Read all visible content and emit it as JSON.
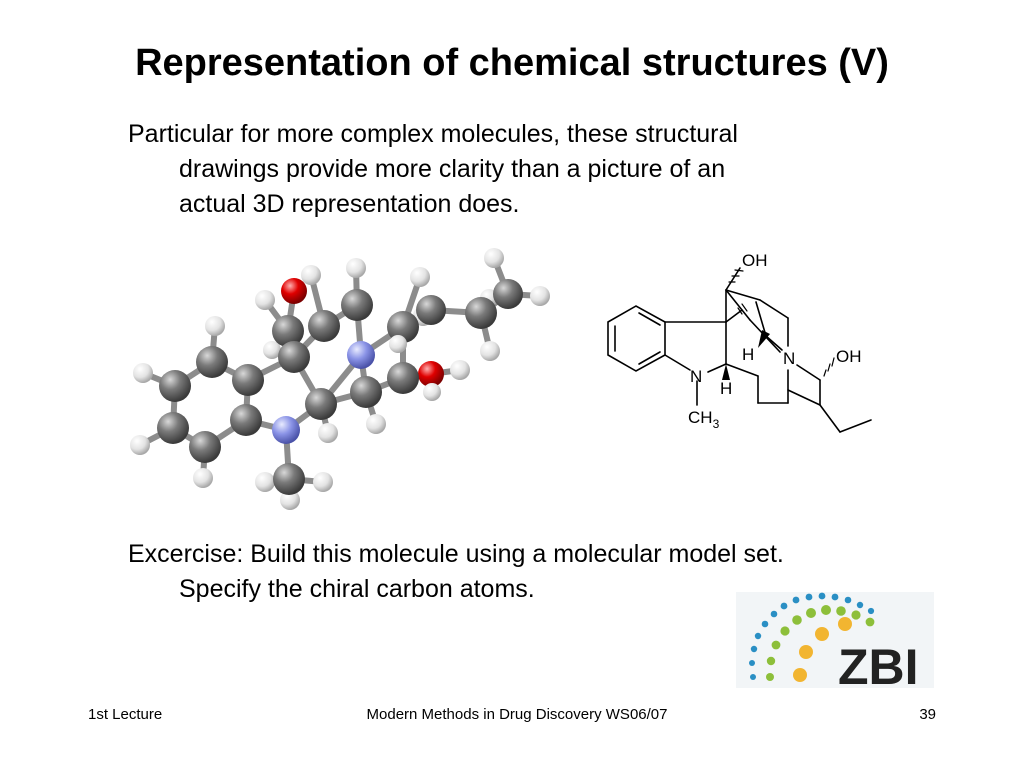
{
  "slide": {
    "title": "Representation of chemical structures (V)",
    "paragraph1": {
      "line1": "Particular for more complex molecules, these structural",
      "line2": "drawings provide more clarity than a picture of an",
      "line3": "actual 3D representation does."
    },
    "paragraph2": {
      "line1": "Excercise: Build this molecule using a molecular model set.",
      "line2": "Specify the chiral carbon atoms."
    }
  },
  "structure_labels": {
    "oh_top": "OH",
    "oh_right": "OH",
    "n_bridge": "N",
    "n_indoline": "N",
    "h_upper": "H",
    "h_lower": "H",
    "ch": "CH",
    "ch_sub": "3"
  },
  "logo": {
    "text": "ZBI"
  },
  "footer": {
    "left": "1st Lecture",
    "center": "Modern Methods in Drug Discovery WS06/07",
    "right": "39"
  },
  "colors": {
    "carbon": "#6e6e6e",
    "hydrogen": "#e6e6e6",
    "oxygen": "#e00000",
    "nitrogen": "#8a93e6",
    "logo_blue": "#2a8fc4",
    "logo_green": "#8dbf3a",
    "logo_yellow": "#f2b531",
    "logo_text": "#222222"
  }
}
